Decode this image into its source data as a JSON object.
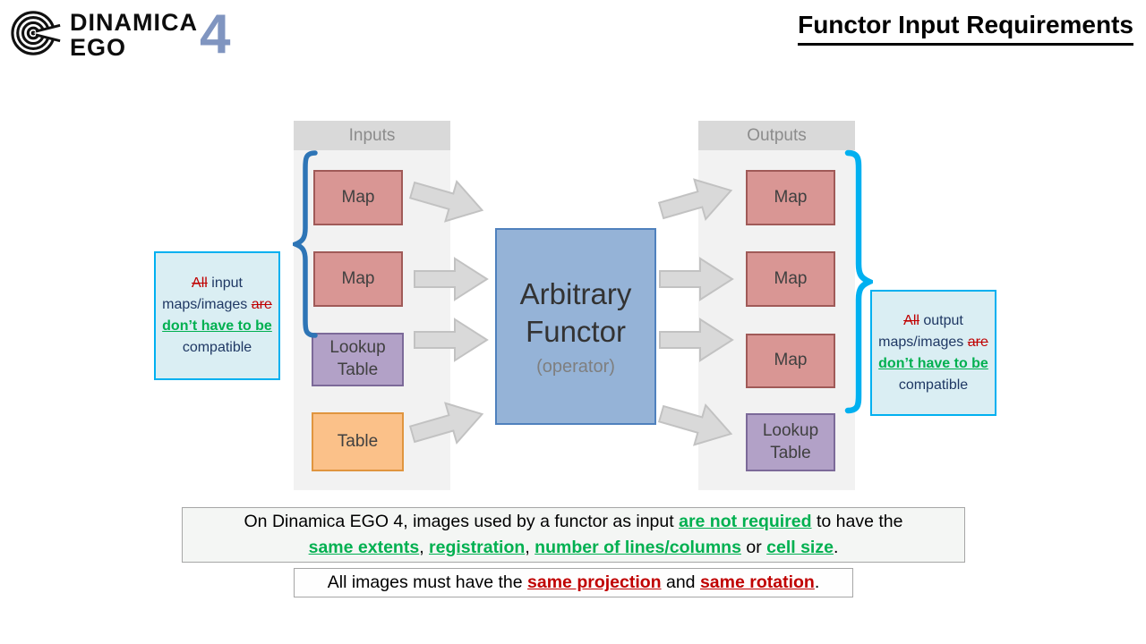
{
  "logo": {
    "name_line1": "DINAMICA",
    "name_line2": "EGO",
    "version": "4"
  },
  "header": {
    "title": "Functor Input Requirements"
  },
  "diagram": {
    "inputs": {
      "header": "Inputs",
      "items": [
        {
          "label": "Map"
        },
        {
          "label": "Map"
        },
        {
          "label": "Lookup Table"
        },
        {
          "label": "Table"
        }
      ]
    },
    "functor": {
      "line1": "Arbitrary",
      "line2": "Functor",
      "line3": "(operator)"
    },
    "outputs": {
      "header": "Outputs",
      "items": [
        {
          "label": "Map"
        },
        {
          "label": "Map"
        },
        {
          "label": "Map"
        },
        {
          "label": "Lookup Table"
        }
      ]
    }
  },
  "callouts": {
    "left": {
      "segments": [
        {
          "text": "All",
          "style": "redstrike"
        },
        {
          "text": " input maps/images ",
          "style": "plain"
        },
        {
          "text": "are",
          "style": "redstrike"
        },
        {
          "text": " ",
          "style": "plain"
        },
        {
          "text": "don’t have to be",
          "style": "green"
        },
        {
          "text": " compatible",
          "style": "plain"
        }
      ]
    },
    "right": {
      "segments": [
        {
          "text": "All",
          "style": "redstrike"
        },
        {
          "text": " output maps/images ",
          "style": "plain"
        },
        {
          "text": "are",
          "style": "redstrike"
        },
        {
          "text": " ",
          "style": "plain"
        },
        {
          "text": "don’t have to be",
          "style": "green"
        },
        {
          "text": " compatible",
          "style": "plain"
        }
      ]
    }
  },
  "notes": {
    "note1_line1": [
      {
        "text": "On Dinamica EGO 4, images used by a functor as input ",
        "style": "plain"
      },
      {
        "text": "are not required",
        "style": "green"
      },
      {
        "text": " to have the",
        "style": "plain"
      }
    ],
    "note1_line2": [
      {
        "text": "same extents",
        "style": "green"
      },
      {
        "text": ", ",
        "style": "plain"
      },
      {
        "text": "registration",
        "style": "green"
      },
      {
        "text": ", ",
        "style": "plain"
      },
      {
        "text": "number of lines/columns",
        "style": "green"
      },
      {
        "text": " or ",
        "style": "plain"
      },
      {
        "text": "cell size",
        "style": "green"
      },
      {
        "text": ".",
        "style": "plain"
      }
    ],
    "note2": [
      {
        "text": "All images must have the ",
        "style": "plain"
      },
      {
        "text": "same projection",
        "style": "redline"
      },
      {
        "text": " and ",
        "style": "plain"
      },
      {
        "text": "same rotation",
        "style": "redline"
      },
      {
        "text": ".",
        "style": "plain"
      }
    ]
  },
  "colors": {
    "map_fill": "#d99694",
    "lookup_fill": "#b2a1c7",
    "table_fill": "#fbc189",
    "functor_fill": "#95b3d7",
    "panel_fill": "#f2f2f2",
    "panel_header_fill": "#d9d9d9",
    "callout_fill": "#daeef3",
    "callout_border": "#00b0f0",
    "emphasis_green": "#00b050",
    "emphasis_red": "#c00000",
    "brace_left": "#2e75b6",
    "brace_right": "#00b0f0"
  }
}
